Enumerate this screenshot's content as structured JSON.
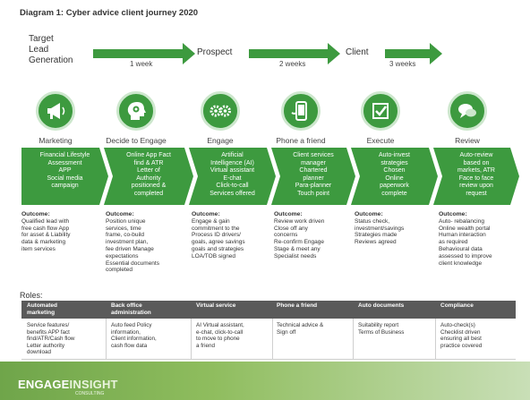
{
  "title": "Diagram 1:  Cyber advice client journey 2020",
  "journey": {
    "stage1": "Target\nLead\nGeneration",
    "stage2": "Prospect",
    "stage3": "Client",
    "dur1": "1 week",
    "dur2": "2 weeks",
    "dur3": "3 weeks",
    "arrow_color": "#3d9a3f"
  },
  "steps": [
    {
      "name": "Marketing",
      "icon": "megaphone-icon",
      "box": "Financial Lifestyle\nAssessment\nAPP\nSocial media\ncampaign",
      "outcome_label": "Outcome:",
      "outcome": "Qualified lead with\nfree cash flow App\nfor asset & Liability\ndata & marketing\nitem services"
    },
    {
      "name": "Decide to Engage",
      "icon": "head-gears-icon",
      "box": "Online App Fact\nfind & ATR\nLetter of\nAuthority\npositioned &\ncompleted",
      "outcome_label": "Outcome:",
      "outcome": "Position unique\nservices, time\nframe, co-build\ninvestment plan,\nfee driven Manage\nexpectations\nEssential documents\ncompleted"
    },
    {
      "name": "Engage",
      "icon": "gears-icon",
      "box": "Artificial\nIntelligence (AI)\nVirtual assistant\nE-chat\nClick-to-call\nServices offered",
      "outcome_label": "Outcome:",
      "outcome": "Engage & gain\ncommitment to the\nProcess ID drivers/\ngoals, agree savings\ngoals and strategies\nLOA/TOB signed"
    },
    {
      "name": "Phone a friend",
      "icon": "phone-icon",
      "box": "Client services\nmanager\nChartered\nplanner\nPara-planner\nTouch point",
      "outcome_label": "Outcome:",
      "outcome": "Review work driven\nClose off any\nconcerns\nRe-confirm Engage\nStage & meet any\nSpecialist needs"
    },
    {
      "name": "Execute",
      "icon": "checklist-icon",
      "box": "Auto-invest\nstrategies\nChosen\nOnline\npaperwork\ncomplete",
      "outcome_label": "Outcome:",
      "outcome": "Status check,\ninvestment/savings\nStrategies made\nReviews agreed"
    },
    {
      "name": "Review",
      "icon": "speech-bubbles-icon",
      "box": "Auto-review\nbased on\nmarkets, ATR\nFace to face\nreview upon\nrequest",
      "outcome_label": "Outcome:",
      "outcome": "Auto- rebalancing\nOnline wealth portal\nHuman interaction\nas required\nBehavioural data\nassessed to improve\nclient knowledge"
    }
  ],
  "roles": {
    "label": "Roles:",
    "headers": [
      "Automated\nmarketing",
      "Back office\nadministration",
      "Virtual service",
      "Phone a friend",
      "Auto documents",
      "Compliance"
    ],
    "cells": [
      "Service features/\nbenefits APP fact\nfind/ATR/Cash flow\nLetter authority\ndownload",
      "Auto feed Policy\ninformation,\nClient information,\ncash flow data",
      "AI Virtual assistant,\ne-chat, click-to-call\nto move to phone\na friend",
      "Technical advice &\nSign off",
      "Suitability report\nTerms of Business",
      "Auto-check(s)\nChecklist driven\nensuring all best\npractice covered"
    ]
  },
  "footer": {
    "brand_part1": "ENGAGE",
    "brand_part2": "INSIGHT",
    "tagline": "CONSULTING"
  }
}
